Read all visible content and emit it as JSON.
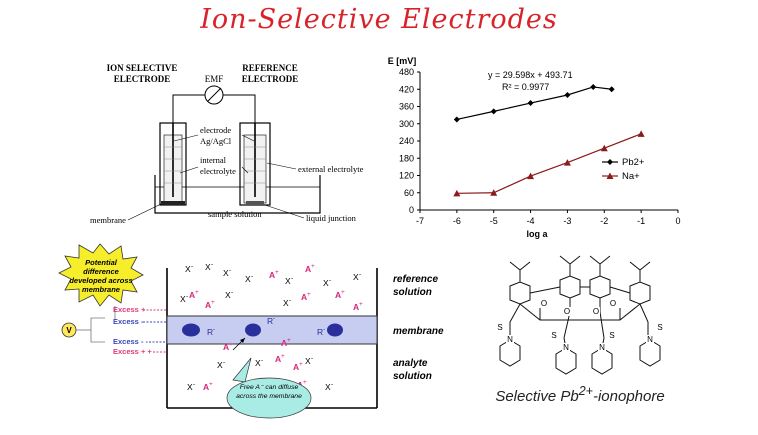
{
  "title": "Ion-Selective Electrodes",
  "cell": {
    "ise_label_1": "ION SELECTIVE",
    "ise_label_2": "ELECTRODE",
    "ref_label_1": "REFERENCE",
    "ref_label_2": "ELECTRODE",
    "emf": "EMF",
    "electrode_1": "electrode",
    "electrode_2": "Ag/AgCl",
    "internal_1": "internal",
    "internal_2": "electrolyte",
    "external": "external electrolyte",
    "membrane": "membrane",
    "sample": "sample solution",
    "junction": "liquid junction"
  },
  "chart_data": {
    "type": "line",
    "ylabel": "E [mV]",
    "xlabel": "log a",
    "xlim": [
      -7,
      0
    ],
    "ylim": [
      0,
      480
    ],
    "xticks": [
      -7,
      -6,
      -5,
      -4,
      -3,
      -2,
      -1,
      0
    ],
    "yticks": [
      0,
      60,
      120,
      180,
      240,
      300,
      360,
      420,
      480
    ],
    "tick_labels_x": [
      "-7",
      "-6",
      "-5",
      "-4",
      "-3",
      "-2",
      "-1",
      "0"
    ],
    "tick_labels_y": [
      "0",
      "60",
      "120",
      "180",
      "240",
      "300",
      "360",
      "420",
      "480"
    ],
    "equation": "y = 29.598x + 493.71",
    "r_squared": "R² = 0.9977",
    "legend_position": "right",
    "series": [
      {
        "name": "Pb2+",
        "color": "#000000",
        "marker": "diamond",
        "x": [
          -6,
          -5,
          -4,
          -3,
          -2.3,
          -1.8
        ],
        "y": [
          315,
          343,
          372,
          400,
          428,
          420
        ]
      },
      {
        "name": "Na+",
        "color": "#8b1a1a",
        "marker": "triangle",
        "x": [
          -6,
          -5,
          -4,
          -3,
          -2,
          -1
        ],
        "y": [
          58,
          60,
          118,
          165,
          215,
          265
        ]
      }
    ]
  },
  "membrane_diagram": {
    "starburst": "Potential difference developed across membrane",
    "excess_plus": "Excess +",
    "excess": "Excess -",
    "excess_minus": "Excess - -",
    "excess_plusplus": "Excess + +",
    "voltmeter": "V",
    "ref_solution_1": "reference",
    "ref_solution_2": "solution",
    "membrane": "membrane",
    "analyte_1": "analyte",
    "analyte_2": "solution",
    "bubble": "Free A⁻ can diffuse across the membrane",
    "ion_x": "X",
    "ion_a": "A",
    "ion_r": "R",
    "minus": "-",
    "plus": "+"
  },
  "molecule": {
    "caption_pre": "Selective Pb",
    "caption_sup": "2+",
    "caption_post": "-ionophore",
    "atom_o": "O",
    "atom_s": "S",
    "atom_n": "N"
  }
}
